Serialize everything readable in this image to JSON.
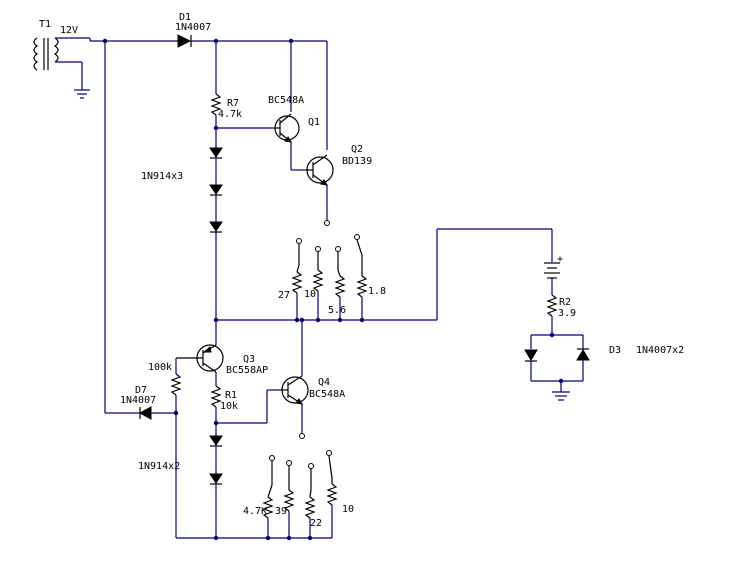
{
  "labels": {
    "t1": "T1",
    "t1_voltage": "12V",
    "d1": "D1",
    "d1_part": "1N4007",
    "r7": "R7",
    "r7_value": "4.7k",
    "q1_part": "BC548A",
    "q1": "Q1",
    "q2": "Q2",
    "q2_part": "BD139",
    "diodes_top": "1N914x3",
    "r_27": "27",
    "r_10a": "10",
    "r_5_6": "5.6",
    "r_1_8": "1.8",
    "r2": "R2",
    "r2_value": "3.9",
    "d3": "D3",
    "d3_part": "1N4007x2",
    "r_100k": "100k",
    "q3": "Q3",
    "q3_part": "BC558AP",
    "d7": "D7",
    "d7_part": "1N4007",
    "r1": "R1",
    "r1_value": "10k",
    "q4": "Q4",
    "q4_part": "BC548A",
    "diodes_bottom": "1N914x2",
    "r_4_7k": "4.7K",
    "r_39": "39",
    "r_22": "22",
    "r_10b": "10"
  },
  "battery_sign": "+"
}
